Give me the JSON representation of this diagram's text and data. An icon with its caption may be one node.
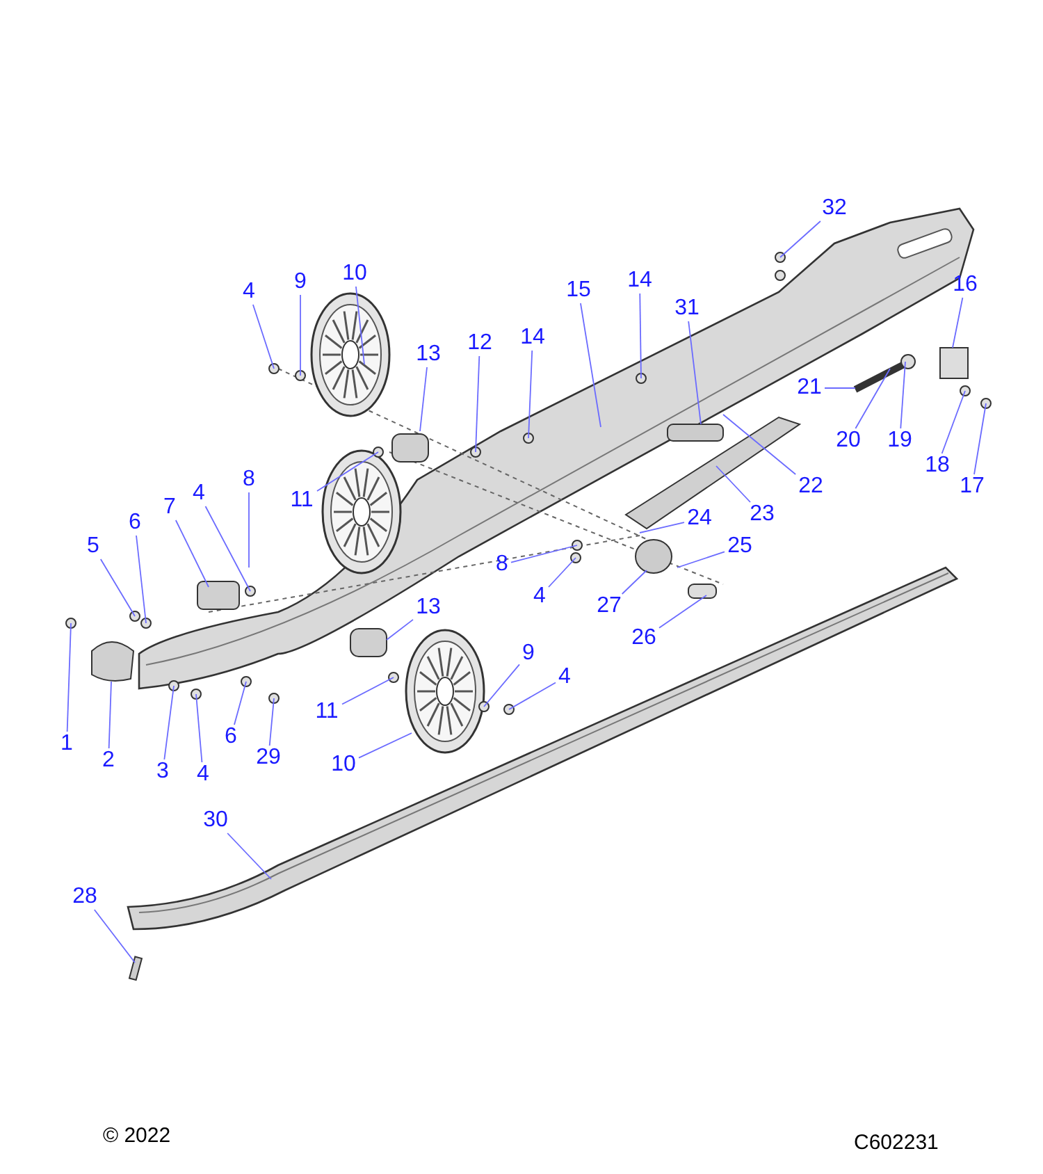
{
  "diagram": {
    "nodes": [
      {
        "text": [
          "32"
        ]
      },
      {
        "text": [
          "10"
        ]
      },
      {
        "text": [
          "4"
        ]
      },
      {
        "text": [
          "9"
        ]
      },
      {
        "text": [
          "14"
        ]
      },
      {
        "text": [
          "15"
        ]
      },
      {
        "text": [
          "16"
        ]
      },
      {
        "text": [
          "31"
        ]
      },
      {
        "text": [
          "14"
        ]
      },
      {
        "text": [
          "12"
        ]
      },
      {
        "text": [
          "13"
        ]
      },
      {
        "text": [
          "21"
        ]
      },
      {
        "text": [
          "20"
        ]
      },
      {
        "text": [
          "19"
        ]
      },
      {
        "text": [
          "18"
        ]
      },
      {
        "text": [
          "8"
        ]
      },
      {
        "text": [
          "17"
        ]
      },
      {
        "text": [
          "22"
        ]
      },
      {
        "text": [
          "4"
        ]
      },
      {
        "text": [
          "11"
        ]
      },
      {
        "text": [
          "7"
        ]
      },
      {
        "text": [
          "23"
        ]
      },
      {
        "text": [
          "24"
        ]
      },
      {
        "text": [
          "6"
        ]
      },
      {
        "text": [
          "5"
        ]
      },
      {
        "text": [
          "25"
        ]
      },
      {
        "text": [
          "8"
        ]
      },
      {
        "text": [
          "4"
        ]
      },
      {
        "text": [
          "27"
        ]
      },
      {
        "text": [
          "13"
        ]
      },
      {
        "text": [
          "26"
        ]
      },
      {
        "text": [
          "9"
        ]
      },
      {
        "text": [
          "4"
        ]
      },
      {
        "text": [
          "11"
        ]
      },
      {
        "text": [
          "6"
        ]
      },
      {
        "text": [
          "1"
        ]
      },
      {
        "text": [
          "29"
        ]
      },
      {
        "text": [
          "2"
        ]
      },
      {
        "text": [
          "10"
        ]
      },
      {
        "text": [
          "3"
        ]
      },
      {
        "text": [
          "4"
        ]
      },
      {
        "text": [
          "30"
        ]
      },
      {
        "text": [
          "28"
        ]
      }
    ],
    "edges": [
      {
        "from": 0,
        "to": null,
        "arrow": "none"
      },
      {
        "from": 1,
        "to": null,
        "arrow": "none"
      },
      {
        "from": 2,
        "to": null,
        "arrow": "none"
      },
      {
        "from": 3,
        "to": null,
        "arrow": "none"
      },
      {
        "from": 4,
        "to": null,
        "arrow": "none"
      },
      {
        "from": 5,
        "to": null,
        "arrow": "none"
      },
      {
        "from": 6,
        "to": null,
        "arrow": "none"
      },
      {
        "from": 7,
        "to": null,
        "arrow": "none"
      },
      {
        "from": 8,
        "to": null,
        "arrow": "none"
      },
      {
        "from": 9,
        "to": null,
        "arrow": "none"
      },
      {
        "from": 10,
        "to": null,
        "arrow": "none"
      },
      {
        "from": 11,
        "to": null,
        "arrow": "none"
      },
      {
        "from": 12,
        "to": null,
        "arrow": "none"
      },
      {
        "from": 13,
        "to": null,
        "arrow": "none"
      },
      {
        "from": 14,
        "to": null,
        "arrow": "none"
      },
      {
        "from": 15,
        "to": null,
        "arrow": "none"
      },
      {
        "from": 16,
        "to": null,
        "arrow": "none"
      },
      {
        "from": 17,
        "to": null,
        "arrow": "none"
      },
      {
        "from": 18,
        "to": null,
        "arrow": "none"
      },
      {
        "from": 19,
        "to": null,
        "arrow": "none"
      },
      {
        "from": 20,
        "to": null,
        "arrow": "none"
      },
      {
        "from": 21,
        "to": null,
        "arrow": "none"
      },
      {
        "from": 22,
        "to": null,
        "arrow": "none"
      },
      {
        "from": 23,
        "to": null,
        "arrow": "none"
      },
      {
        "from": 24,
        "to": null,
        "arrow": "none"
      },
      {
        "from": 25,
        "to": null,
        "arrow": "none"
      },
      {
        "from": 26,
        "to": null,
        "arrow": "none"
      },
      {
        "from": 27,
        "to": null,
        "arrow": "none"
      },
      {
        "from": 28,
        "to": null,
        "arrow": "none"
      },
      {
        "from": 29,
        "to": null,
        "arrow": "none"
      },
      {
        "from": 30,
        "to": null,
        "arrow": "none"
      },
      {
        "from": 31,
        "to": null,
        "arrow": "none"
      },
      {
        "from": 32,
        "to": null,
        "arrow": "none"
      },
      {
        "from": 33,
        "to": null,
        "arrow": "none"
      },
      {
        "from": 34,
        "to": null,
        "arrow": "none"
      },
      {
        "from": 35,
        "to": null,
        "arrow": "none"
      },
      {
        "from": 36,
        "to": null,
        "arrow": "none"
      },
      {
        "from": 37,
        "to": null,
        "arrow": "none"
      },
      {
        "from": 38,
        "to": null,
        "arrow": "none"
      },
      {
        "from": 39,
        "to": null,
        "arrow": "none"
      },
      {
        "from": 40,
        "to": null,
        "arrow": "none"
      },
      {
        "from": 41,
        "to": null,
        "arrow": "none"
      },
      {
        "from": 42,
        "to": null,
        "arrow": "none"
      }
    ],
    "labels": [
      "© 2022",
      "C602231"
    ]
  }
}
